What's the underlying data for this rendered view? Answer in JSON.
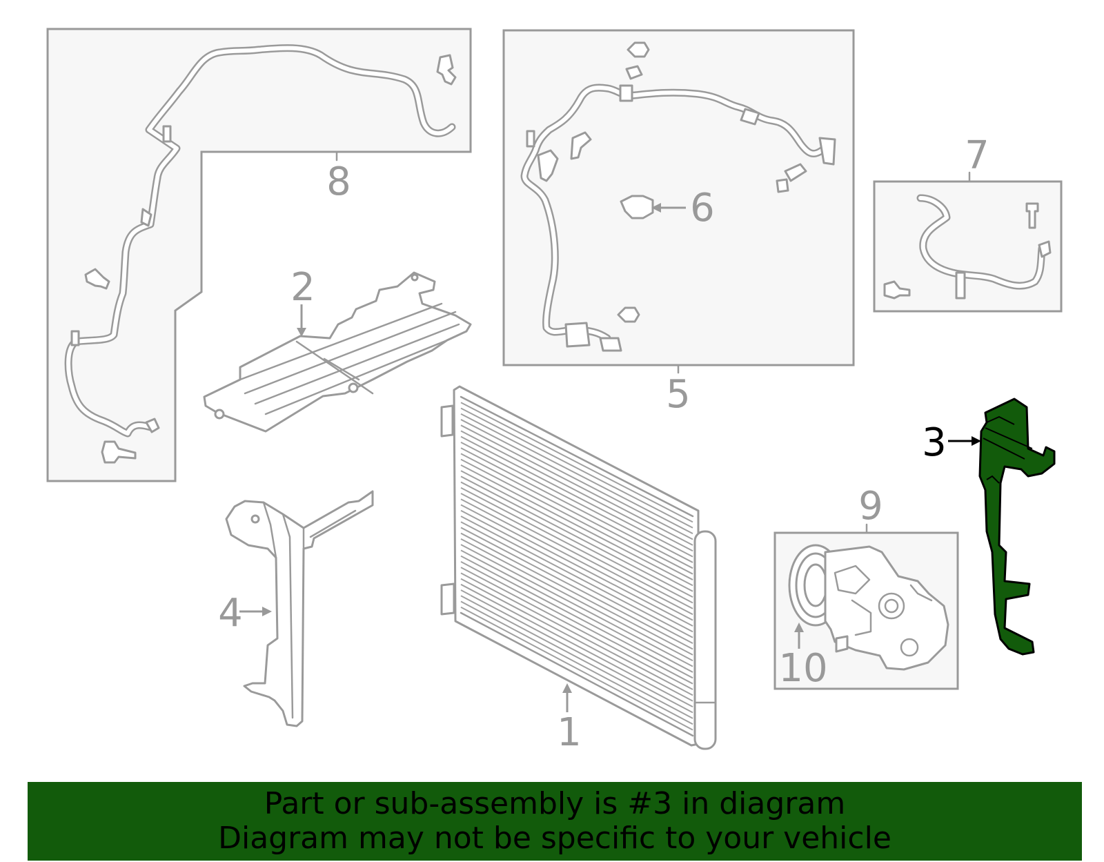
{
  "callouts": {
    "c1": "1",
    "c2": "2",
    "c3": "3",
    "c4": "4",
    "c5": "5",
    "c6": "6",
    "c7": "7",
    "c8": "8",
    "c9": "9",
    "c10": "10"
  },
  "highlighted_part": "3",
  "colors": {
    "highlight": "#125b0b",
    "outline": "#999999",
    "box_fill": "#f7f7f7"
  },
  "banner": {
    "line1": "Part or sub-assembly is #3 in diagram",
    "line2": "Diagram may not be specific to your vehicle"
  }
}
